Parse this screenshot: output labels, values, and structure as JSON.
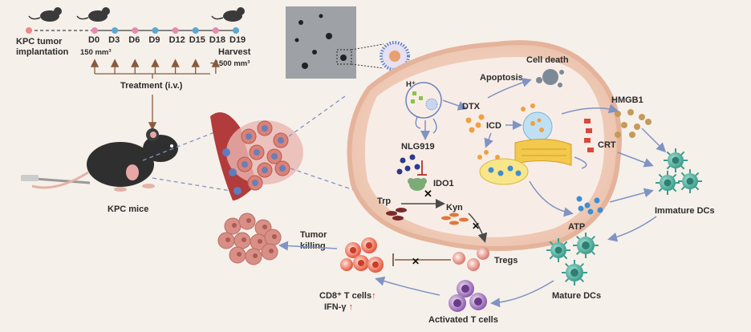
{
  "timeline": {
    "start_label_1": "KPC tumor",
    "start_label_2": "implantation",
    "days": [
      "D0",
      "D3",
      "D6",
      "D9",
      "D12",
      "D15",
      "D18",
      "D19"
    ],
    "start_volume": "150 mm³",
    "harvest_label": "Harvest",
    "harvest_volume": "~1500 mm³",
    "treatment_label": "Treatment (i.v.)"
  },
  "mouse": {
    "label": "KPC mice"
  },
  "cell": {
    "h_plus": "H⁺",
    "nlg919": "NLG919",
    "ido1": "IDO1",
    "trp": "Trp",
    "kyn": "Kyn",
    "dtx": "DTX",
    "apoptosis": "Apoptosis",
    "cell_death": "Cell death",
    "icd": "ICD",
    "hmgb1": "HMGB1",
    "crt": "CRT",
    "atp": "ATP"
  },
  "immune": {
    "immature_dcs": "Immature DCs",
    "mature_dcs": "Mature DCs",
    "activated_t_cells": "Activated T cells",
    "tregs": "Tregs",
    "cd8_1": "CD8⁺ T cells",
    "cd8_arrow": "↑",
    "ifn_1": "IFN-γ",
    "ifn_arrow": "↑",
    "tumor_killing_1": "Tumor",
    "tumor_killing_2": "killing"
  },
  "colors": {
    "cell_fill": "#f3d9cc",
    "cell_border": "#e8b9a3",
    "arrow": "#7f93c4",
    "dc": "#4fb3a2",
    "t_cell": "#9a6ab5",
    "cd8": "#e96a4f"
  }
}
